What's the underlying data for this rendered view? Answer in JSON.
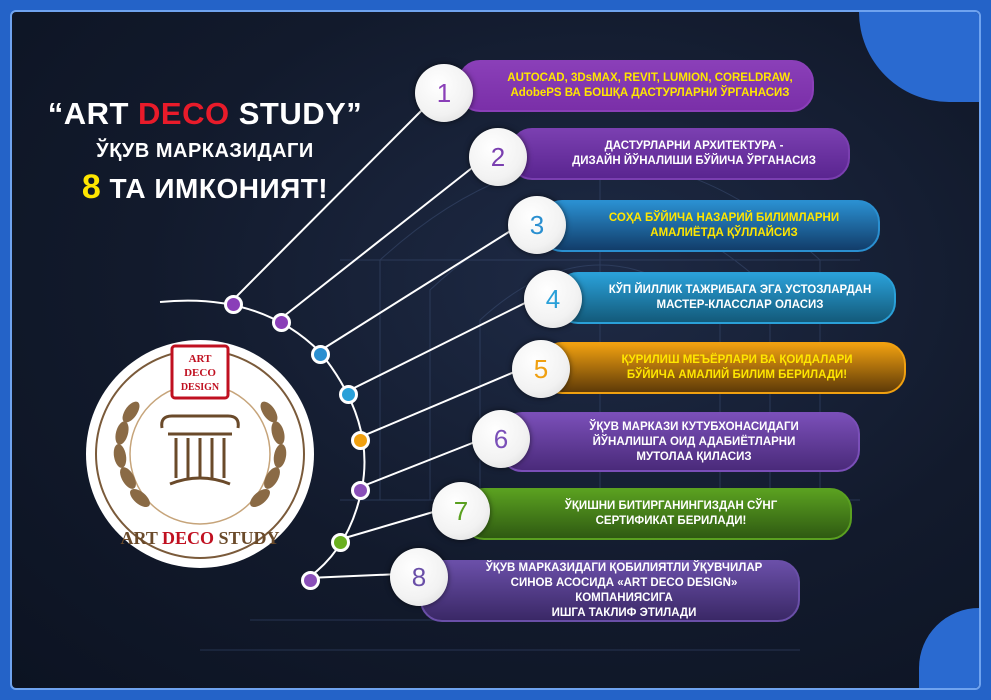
{
  "heading": {
    "line1_open": "“ART ",
    "line1_red": "DECO",
    "line1_close": " STUDY”",
    "line2": "ЎҚУВ МАРКАЗИДАГИ",
    "line3_num": "8",
    "line3_text": " ТА ИМКОНИЯТ!"
  },
  "items": [
    {
      "num": "1",
      "lines": [
        "AUTOCAD, 3DsMAX, REVIT, LUMION, CORELDRAW,",
        "AdobePS ВА БОШҚА ДАСТУРЛАРНИ ЎРГАНАСИЗ"
      ],
      "color": "#7a2fa8",
      "numcolor": "#8a3fb8",
      "textcolor": "#ffe600"
    },
    {
      "num": "2",
      "lines": [
        "ДАСТУРЛАРНИ АРХИТЕКТУРА -",
        "ДИЗАЙН ЙЎНАЛИШИ БЎЙИЧА ЎРГАНАСИЗ"
      ],
      "color": "#5a2590",
      "numcolor": "#7a3fb0",
      "textcolor": "#ffffff"
    },
    {
      "num": "3",
      "lines": [
        "СОҲА БЎЙИЧА НАЗАРИЙ БИЛИМЛАРНИ",
        "АМАЛИЁТДА ҚЎЛЛАЙСИЗ"
      ],
      "color": "#123d6a",
      "numcolor": "#2a8fd0",
      "textcolor": "#ffe600"
    },
    {
      "num": "4",
      "lines": [
        "КЎП ЙИЛЛИК ТАЖРИБАГА ЭГА УСТОЗЛАРДАН",
        "МАСТЕР-КЛАССЛАР ОЛАСИЗ"
      ],
      "color": "#135a7a",
      "numcolor": "#2aa0d8",
      "textcolor": "#ffffff"
    },
    {
      "num": "5",
      "lines": [
        "ҚУРИЛИШ МЕЪЁРЛАРИ ВА ҚОИДАЛАРИ",
        "БЎЙИЧА АМАЛИЙ БИЛИМ БЕРИЛАДИ!"
      ],
      "color": "#5e3a08",
      "numcolor": "#f0a010",
      "textcolor": "#ffe600"
    },
    {
      "num": "6",
      "lines": [
        "ЎҚУВ МАРКАЗИ КУТУБХОНАСИДАГИ",
        "ЙЎНАЛИШГА ОИД АДАБИЁТЛАРНИ",
        "МУТОЛАА ҚИЛАСИЗ"
      ],
      "color": "#4a2a7a",
      "numcolor": "#7a4fb8",
      "textcolor": "#ffffff"
    },
    {
      "num": "7",
      "lines": [
        "ЎҚИШНИ БИТИРГАНИНГИЗДАН СЎНГ",
        "СЕРТИФИКАТ БЕРИЛАДИ!"
      ],
      "color": "#2f5a12",
      "numcolor": "#5aa020",
      "textcolor": "#ffffff"
    },
    {
      "num": "8",
      "lines": [
        "ЎҚУВ МАРКАЗИДАГИ ҚОБИЛИЯТЛИ ЎҚУВЧИЛАР",
        "СИНОВ АСОСИДА «ART DECO DESIGN» КОМПАНИЯСИГА",
        "ИШГА ТАКЛИФ ЭТИЛАДИ"
      ],
      "color": "#3a2866",
      "numcolor": "#6a4fa8",
      "textcolor": "#ffffff"
    }
  ],
  "dots": [
    "#8a3fb8",
    "#8a3fb8",
    "#2a8fd0",
    "#2aa0d8",
    "#f0a010",
    "#8a4fb8",
    "#6ab020",
    "#8a4fb8"
  ],
  "logo": {
    "badge_top": "ART",
    "badge_mid": "DECO",
    "badge_bottom": "DESIGN",
    "ring_text_1": "ART ",
    "ring_text_2": "DECO",
    "ring_text_3": " STUDY"
  }
}
